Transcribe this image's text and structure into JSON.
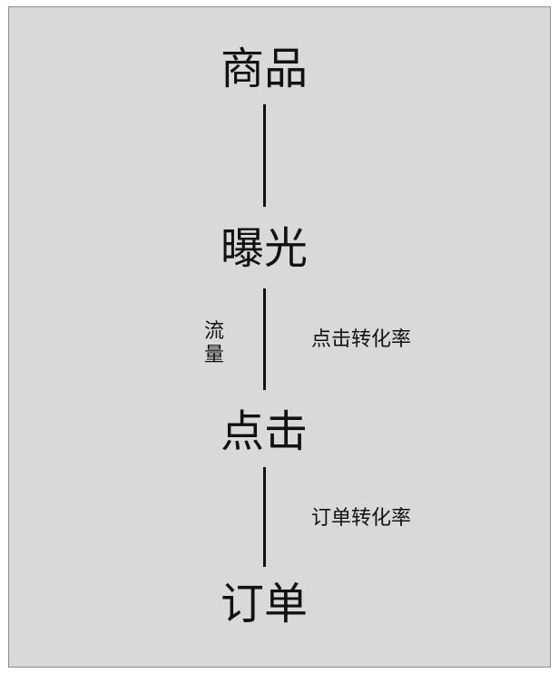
{
  "nodes": [
    "商品",
    "曝光",
    "点击",
    "订单"
  ],
  "side_label": [
    "流",
    "量"
  ],
  "rates": {
    "click": "点击转化率",
    "order": "订单转化率"
  }
}
